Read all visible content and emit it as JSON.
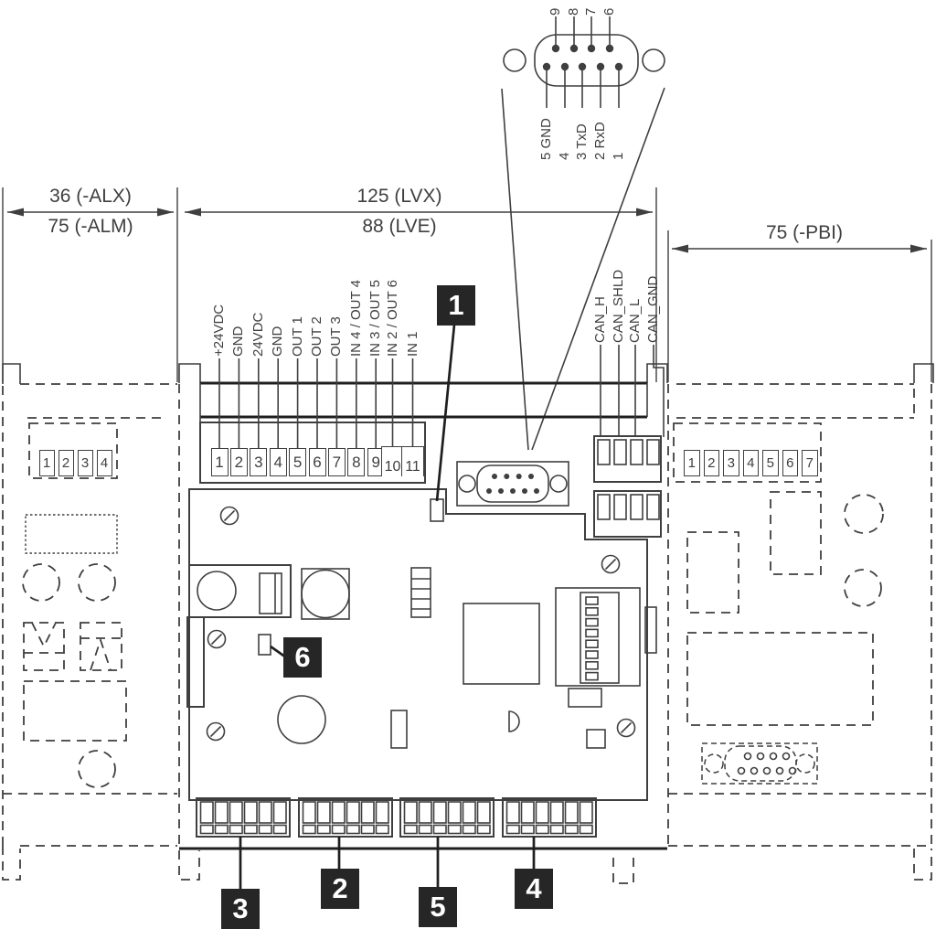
{
  "top_connector": {
    "top_pin_labels": [
      "9",
      "8",
      "7",
      "6"
    ],
    "bottom_pin_labels": [
      "5 GND",
      "4",
      "3 TxD",
      "2 RxD",
      "1"
    ]
  },
  "dimensions": {
    "left_top": "36 (-ALX)",
    "left_bottom": "75 (-ALM)",
    "center_top": "125 (LVX)",
    "center_bottom": "88 (LVE)",
    "right": "75 (-PBI)"
  },
  "io_terminal_labels": [
    "+24VDC",
    "GND",
    "24VDC",
    "GND",
    "OUT 1",
    "OUT 2",
    "OUT 3",
    "IN 4 / OUT 4",
    "IN 3 / OUT 5",
    "IN 2 / OUT 6",
    "IN 1"
  ],
  "io_terminal_numbers": [
    "1",
    "2",
    "3",
    "4",
    "5",
    "6",
    "7",
    "8",
    "9",
    "10",
    "11"
  ],
  "can_terminal_labels": [
    "CAN_H",
    "CAN_SHLD",
    "CAN_L",
    "CAN_GND"
  ],
  "left_module_terminal_numbers": [
    "1",
    "2",
    "3",
    "4"
  ],
  "right_module_terminal_numbers": [
    "1",
    "2",
    "3",
    "4",
    "5",
    "6",
    "7"
  ],
  "callouts": {
    "c1": "1",
    "c2": "2",
    "c3": "3",
    "c4": "4",
    "c5": "5",
    "c6": "6"
  },
  "colors": {
    "line": "#3f3f3f",
    "dark_line": "#1f1f1f",
    "callout_bg": "#262626",
    "callout_text": "#ffffff",
    "background": "#ffffff"
  }
}
